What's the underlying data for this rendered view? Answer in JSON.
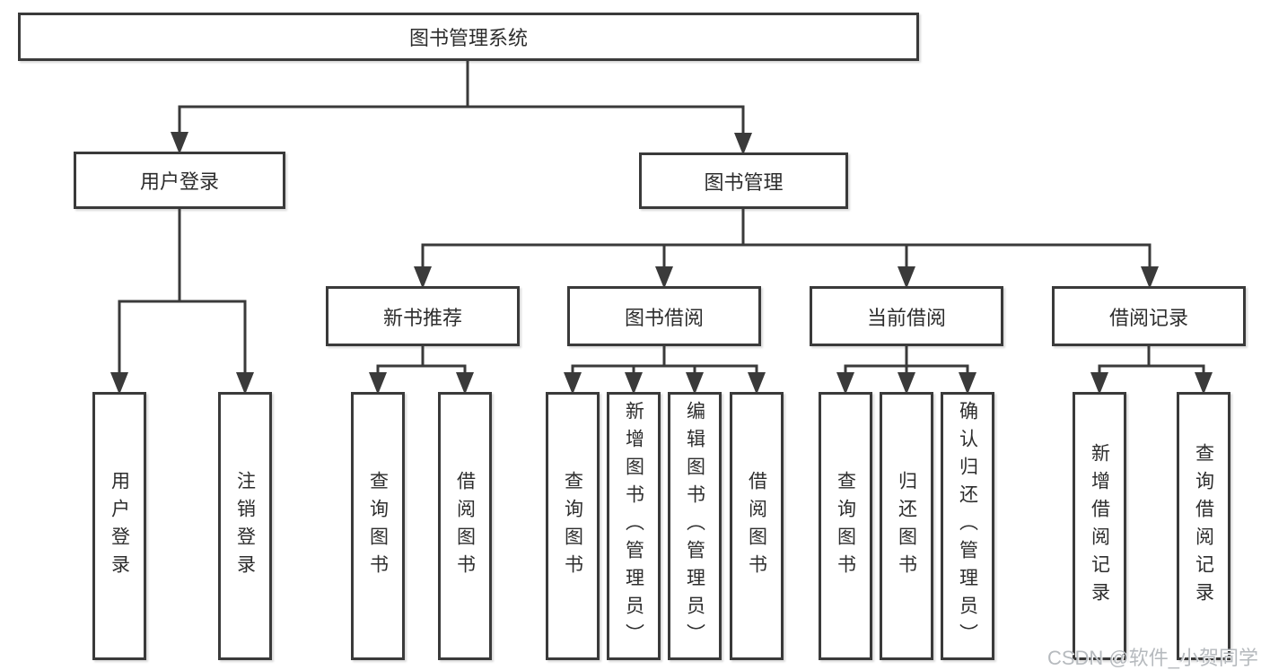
{
  "title": "图书管理系统",
  "watermark": "CSDN @软件_小贺同学",
  "colors": {
    "line": "#3a3a3a",
    "text": "#2d2d2d",
    "background": "#ffffff",
    "watermark": "#b6babe"
  },
  "nodes": {
    "root": "图书管理系统",
    "user_login": "用户登录",
    "book_mgmt": "图书管理",
    "new_book_rec": "新书推荐",
    "book_borrowing": "图书借阅",
    "current_borrowing": "当前借阅",
    "borrow_records": "借阅记录",
    "login": "用户登录",
    "logout": "注销登录",
    "query_book_under_rec": "查询图书",
    "borrow_book_under_rec": "借阅图书",
    "query_book_under_borrowing": "查询图书",
    "add_book_admin": "新增图书（管理员）",
    "edit_book_admin": "编辑图书（管理员）",
    "borrow_book_under_borrowing": "借阅图书",
    "query_book_under_current": "查询图书",
    "return_book": "归还图书",
    "confirm_return_admin": "确认归还（管理员）",
    "add_borrow_record": "新增借阅记录",
    "query_borrow_record": "查询借阅记录"
  },
  "structure": {
    "图书管理系统": [
      "用户登录",
      "图书管理"
    ],
    "用户登录": [
      "用户登录",
      "注销登录"
    ],
    "图书管理": [
      "新书推荐",
      "图书借阅",
      "当前借阅",
      "借阅记录"
    ],
    "新书推荐": [
      "查询图书",
      "借阅图书"
    ],
    "图书借阅": [
      "查询图书",
      "新增图书（管理员）",
      "编辑图书（管理员）",
      "借阅图书"
    ],
    "当前借阅": [
      "查询图书",
      "归还图书",
      "确认归还（管理员）"
    ],
    "借阅记录": [
      "新增借阅记录",
      "查询借阅记录"
    ]
  }
}
